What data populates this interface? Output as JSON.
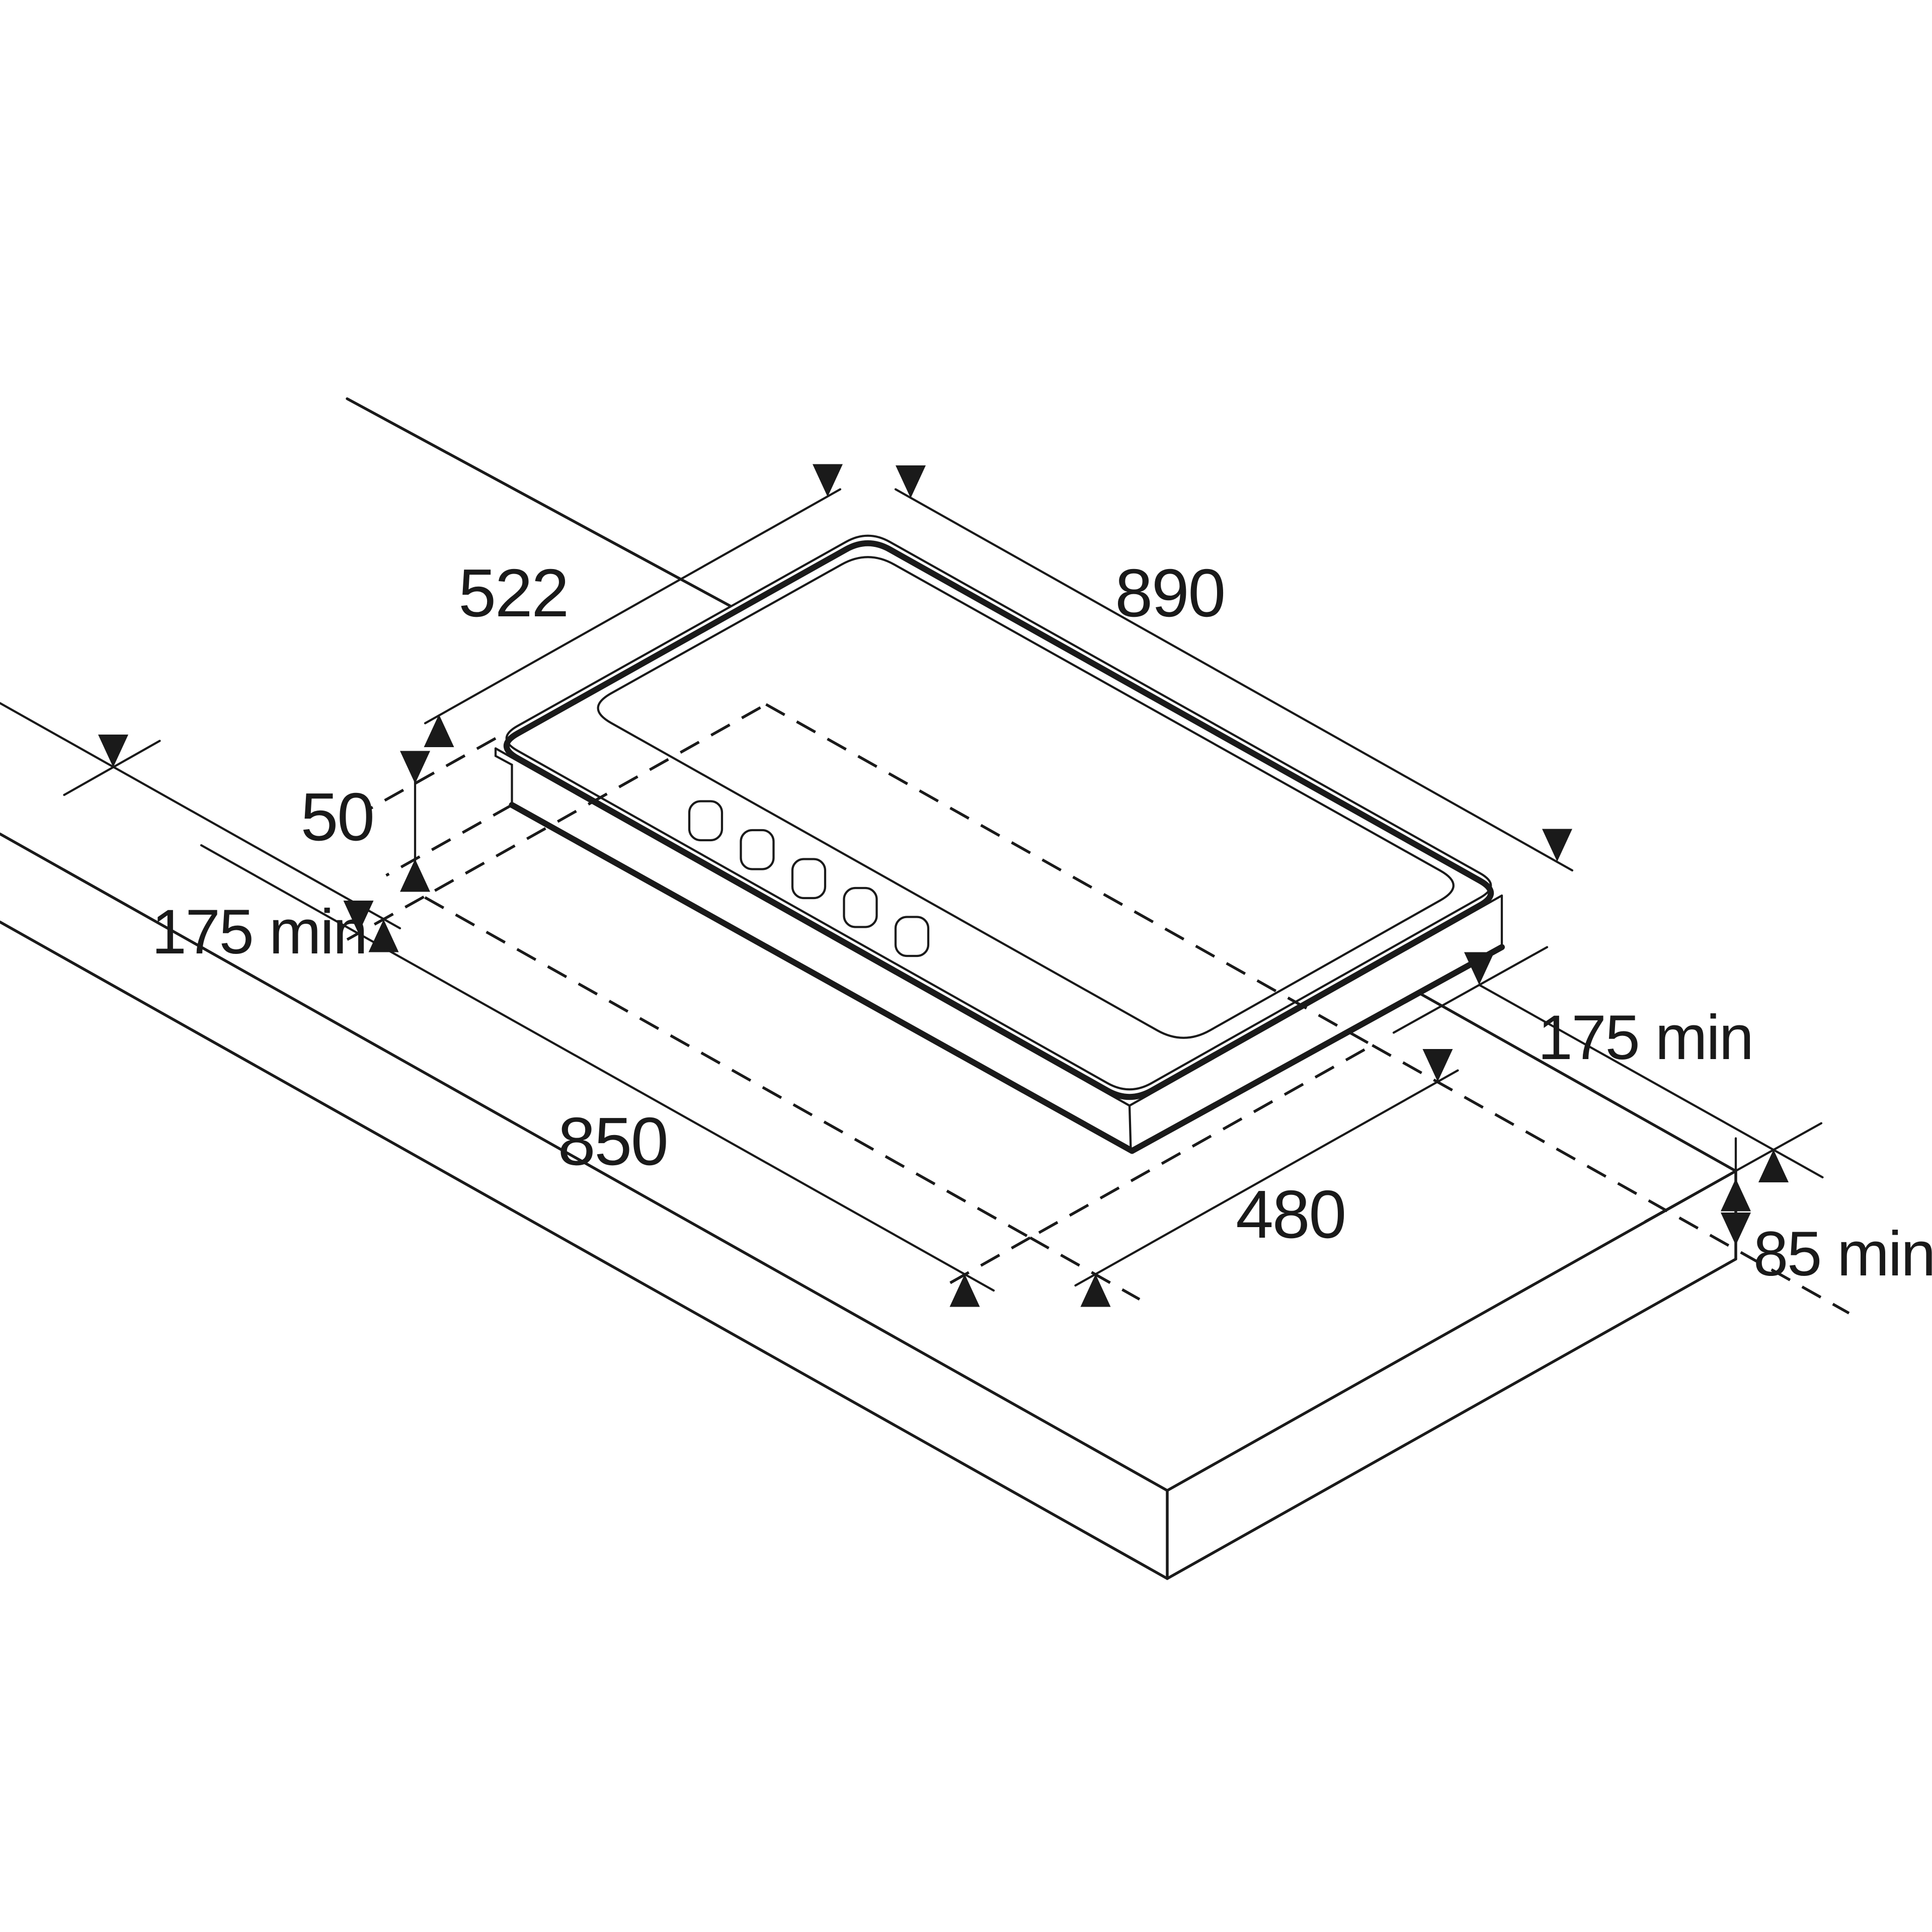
{
  "diagram": {
    "kind": "appliance-installation-dimension-drawing",
    "subject": "built-in gas hob above worktop cutout (isometric line drawing)",
    "background_color": "#ffffff",
    "line_color": "#1a1a1a",
    "knob_count": 5,
    "labels": {
      "hob_depth": "522",
      "hob_width": "890",
      "hob_height": "50",
      "clearance_left": "175 min",
      "cutout_length": "850",
      "cutout_width": "480",
      "clearance_right": "175 min",
      "worktop_thickness": "85 min"
    },
    "dimensions_mm": {
      "hob_width": 890,
      "hob_depth": 522,
      "hob_height": 50,
      "cutout_length": 850,
      "cutout_width": 480,
      "clearance_left_min": 175,
      "clearance_right_min": 175,
      "worktop_min": 85
    }
  }
}
